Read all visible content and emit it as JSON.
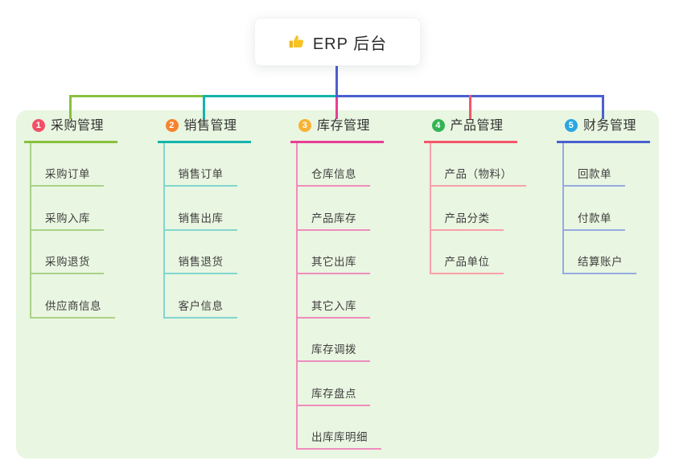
{
  "root": {
    "icon": "thumbs-up-icon",
    "label": "ERP 后台",
    "connector_color": "#4c60ce"
  },
  "panel": {
    "background": "#e9f6e1"
  },
  "branches": [
    {
      "number": "1",
      "title": "采购管理",
      "badge_color": "#f25066",
      "line_color": "#88c13e",
      "child_line_color": "#aad287",
      "children": [
        "采购订单",
        "采购入库",
        "采购退货",
        "供应商信息"
      ]
    },
    {
      "number": "2",
      "title": "销售管理",
      "badge_color": "#f8832e",
      "line_color": "#12b5ac",
      "child_line_color": "#82d6cf",
      "children": [
        "销售订单",
        "销售出库",
        "销售退货",
        "客户信息"
      ]
    },
    {
      "number": "3",
      "title": "库存管理",
      "badge_color": "#f9b233",
      "line_color": "#e83e96",
      "child_line_color": "#f08cbe",
      "children": [
        "仓库信息",
        "产品库存",
        "其它出库",
        "其它入库",
        "库存调拨",
        "库存盘点",
        "出库库明细"
      ]
    },
    {
      "number": "4",
      "title": "产品管理",
      "badge_color": "#32b455",
      "line_color": "#f4566a",
      "child_line_color": "#f8a0aa",
      "children": [
        "产品（物料）",
        "产品分类",
        "产品单位"
      ]
    },
    {
      "number": "5",
      "title": "财务管理",
      "badge_color": "#29a7e1",
      "line_color": "#4a5fd0",
      "child_line_color": "#96aae1",
      "children": [
        "回款单",
        "付款单",
        "结算账户"
      ]
    }
  ]
}
